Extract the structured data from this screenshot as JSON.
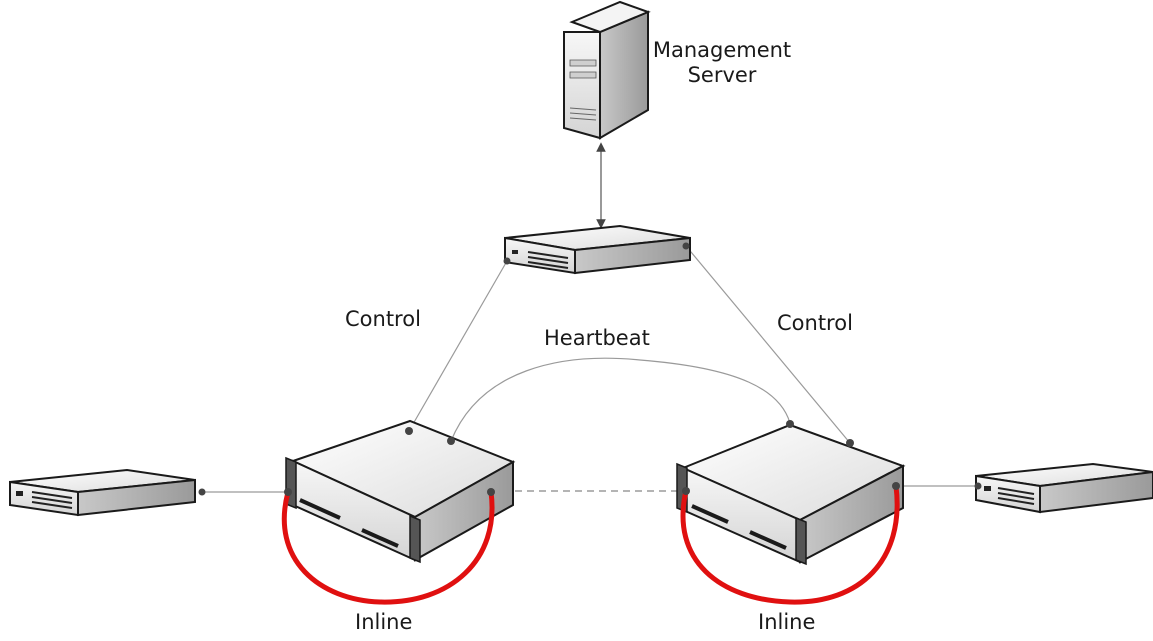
{
  "labels": {
    "management_server": "Management\nServer",
    "control_left": "Control",
    "control_right": "Control",
    "heartbeat": "Heartbeat",
    "inline_left": "Inline",
    "inline_right": "Inline"
  },
  "colors": {
    "inline_cable": "#e01010",
    "link_line": "#9a9a9a",
    "device_body": "#f2f2f2",
    "device_outline": "#2a2a2a"
  },
  "icons": [
    "server-tower-icon",
    "switch-icon",
    "appliance-icon"
  ]
}
